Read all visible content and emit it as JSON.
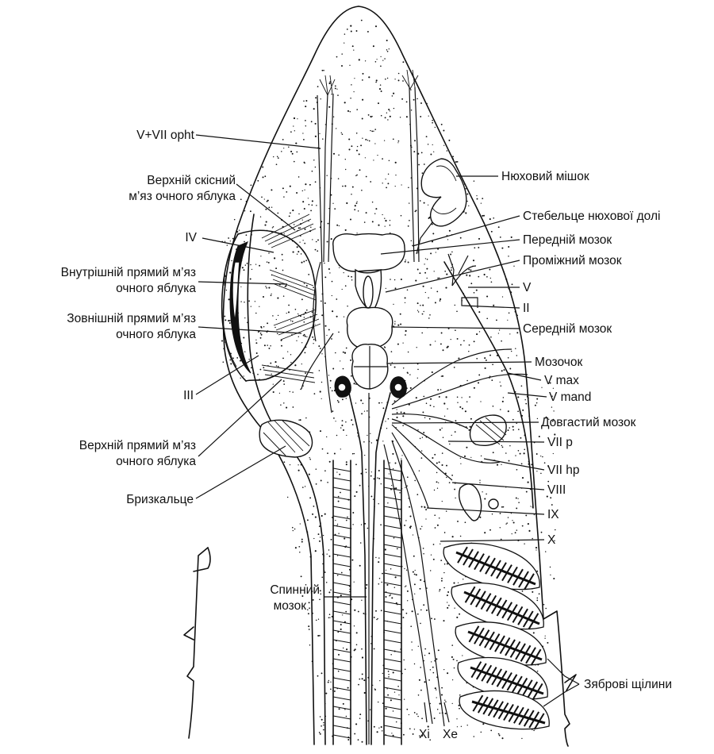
{
  "labels": {
    "v_vii_opht": "V+VII opht",
    "superior_oblique": [
      "Верхній скісний",
      "м’яз очного яблука"
    ],
    "iv": "IV",
    "internal_rectus": [
      "Внутрішній прямий м’яз",
      "очного яблука"
    ],
    "external_rectus": [
      "Зовнішній прямий м’яз",
      "очного яблука"
    ],
    "iii": "III",
    "superior_rectus": [
      "Верхній прямий м’яз",
      "очного яблука"
    ],
    "spiracle": "Бризкальце",
    "spinal_cord": [
      "Спинний",
      "мозок"
    ],
    "olfactory_sac": "Нюховий мішок",
    "olfactory_stalk": "Стебельце нюхової долі",
    "forebrain": "Передній мозок",
    "diencephalon": "Проміжний мозок",
    "v": "V",
    "ii": "II",
    "midbrain": "Середній мозок",
    "cerebellum": "Мозочок",
    "v_max": "V max",
    "v_mand": "V mand",
    "medulla": "Довгастий мозок",
    "vii_p": "VII p",
    "vii_hp": "VII hp",
    "viii": "VIII",
    "ix": "IX",
    "x": "X",
    "gill_slits": "Зяброві щілини",
    "xi": "Xi",
    "xe": "Xe"
  }
}
